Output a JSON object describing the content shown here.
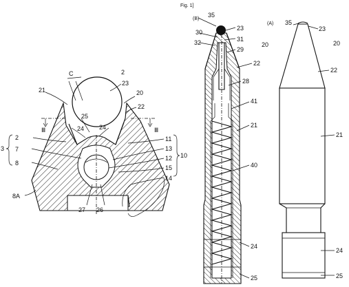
{
  "figure": {
    "fig_label": "Fig. 1]",
    "left_view": {
      "labels": {
        "c": "C",
        "n2": "2",
        "n21": "21",
        "n23": "23",
        "n20": "20",
        "n22": "22",
        "n25": "25",
        "n24a": "24",
        "n24b": "24",
        "n2b": "2",
        "n7": "7",
        "n3": "3",
        "n8": "8",
        "n8a": "8A",
        "n11": "11",
        "n13": "13",
        "n12": "12",
        "n15": "15",
        "n14": "14",
        "n10": "10",
        "n27": "27",
        "n26": "26",
        "iii_left": "Ⅲ",
        "iii_right": "Ⅲ"
      }
    },
    "view_b": {
      "tag": "(B)",
      "labels": {
        "n35": "35",
        "n23": "23",
        "n30": "30",
        "n31": "31",
        "n32": "32",
        "n29": "29",
        "n20": "20",
        "n22": "22",
        "n28": "28",
        "n41": "41",
        "n21": "21",
        "n40": "40",
        "n24": "24",
        "n25": "25"
      }
    },
    "view_a": {
      "tag": "(A)",
      "labels": {
        "n35": "35",
        "n23": "23",
        "n20": "20",
        "n22": "22",
        "n21": "21",
        "n24": "24",
        "n25": "25"
      }
    }
  }
}
